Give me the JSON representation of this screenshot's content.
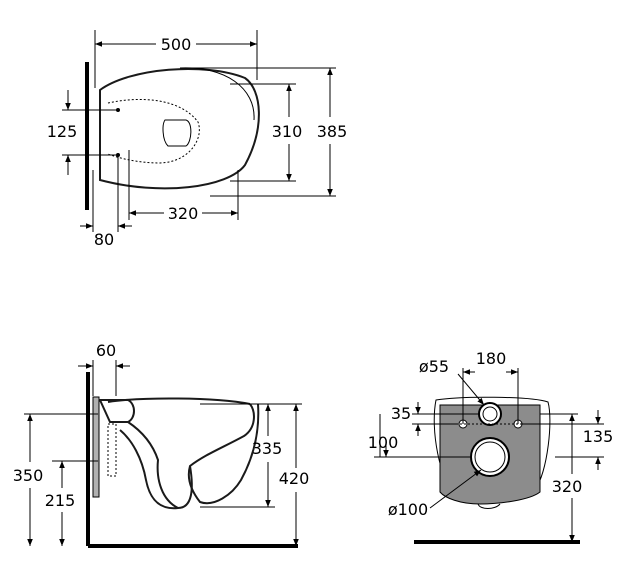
{
  "top_view": {
    "width_total": "500",
    "depth_seat": "310",
    "depth_total": "385",
    "fixing_spacing": "125",
    "back_to_fixing": "80",
    "fixing_to_front": "320"
  },
  "side_view": {
    "back_offset": "60",
    "height_inlet": "335",
    "height_total": "420",
    "height_outlet": "215",
    "height_side": "350"
  },
  "back_view": {
    "inlet_diameter": "ø55",
    "bolt_spacing": "180",
    "inlet_offset": "35",
    "bolt_height": "135",
    "outlet_height": "320",
    "outlet_offset": "100",
    "outlet_diameter": "ø100"
  },
  "colors": {
    "line": "#000000",
    "wall": "#1a1a1a",
    "panel": "#8c8c8c"
  }
}
